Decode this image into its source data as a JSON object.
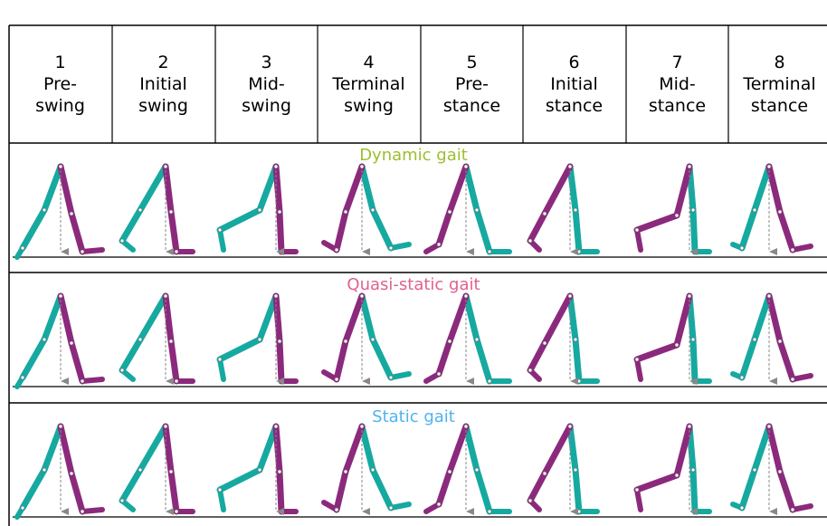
{
  "phases": [
    {
      "num": "1",
      "line1": "Pre-",
      "line2": "swing"
    },
    {
      "num": "2",
      "line1": "Initial",
      "line2": "swing"
    },
    {
      "num": "3",
      "line1": "Mid-",
      "line2": "swing"
    },
    {
      "num": "4",
      "line1": "Terminal",
      "line2": "swing"
    },
    {
      "num": "5",
      "line1": "Pre-",
      "line2": "stance"
    },
    {
      "num": "6",
      "line1": "Initial",
      "line2": "stance"
    },
    {
      "num": "7",
      "line1": "Mid-",
      "line2": "stance"
    },
    {
      "num": "8",
      "line1": "Terminal",
      "line2": "stance"
    }
  ],
  "rows": [
    {
      "title": "Dynamic gait",
      "color": "#9cbf2e"
    },
    {
      "title": "Quasi-static gait",
      "color": "#e0608e"
    },
    {
      "title": "Static gait",
      "color": "#4fb3f0"
    }
  ],
  "colors": {
    "leg_teal": "#16a9a0",
    "leg_purple": "#8b2a7c",
    "arrow": "#888888"
  }
}
